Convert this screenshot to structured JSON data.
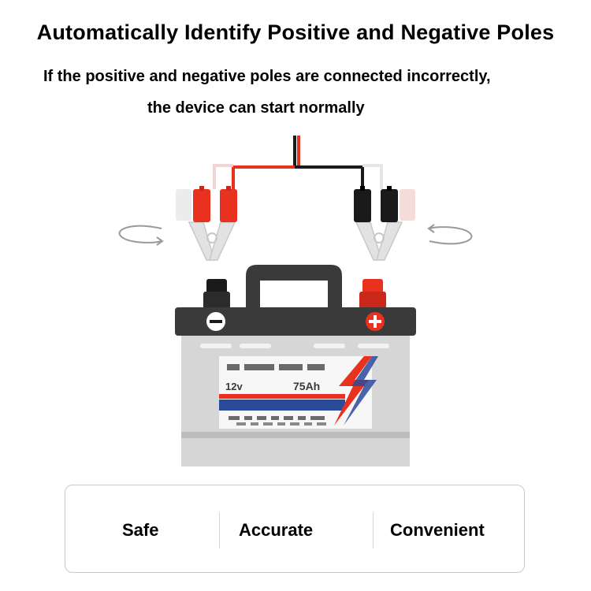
{
  "heading": "Automatically Identify Positive and Negative Poles",
  "subtitle_line1": "If the positive and negative poles are connected incorrectly,",
  "subtitle_line2": "the device can start normally",
  "battery": {
    "voltage": "12v",
    "capacity": "75Ah"
  },
  "features": [
    "Safe",
    "Accurate",
    "Convenient"
  ],
  "colors": {
    "red": "#e8311f",
    "black": "#1a1a1a",
    "battery_top": "#3a3a3a",
    "battery_body": "#d9d9d9",
    "stripe_blue": "#2a4a9a"
  }
}
